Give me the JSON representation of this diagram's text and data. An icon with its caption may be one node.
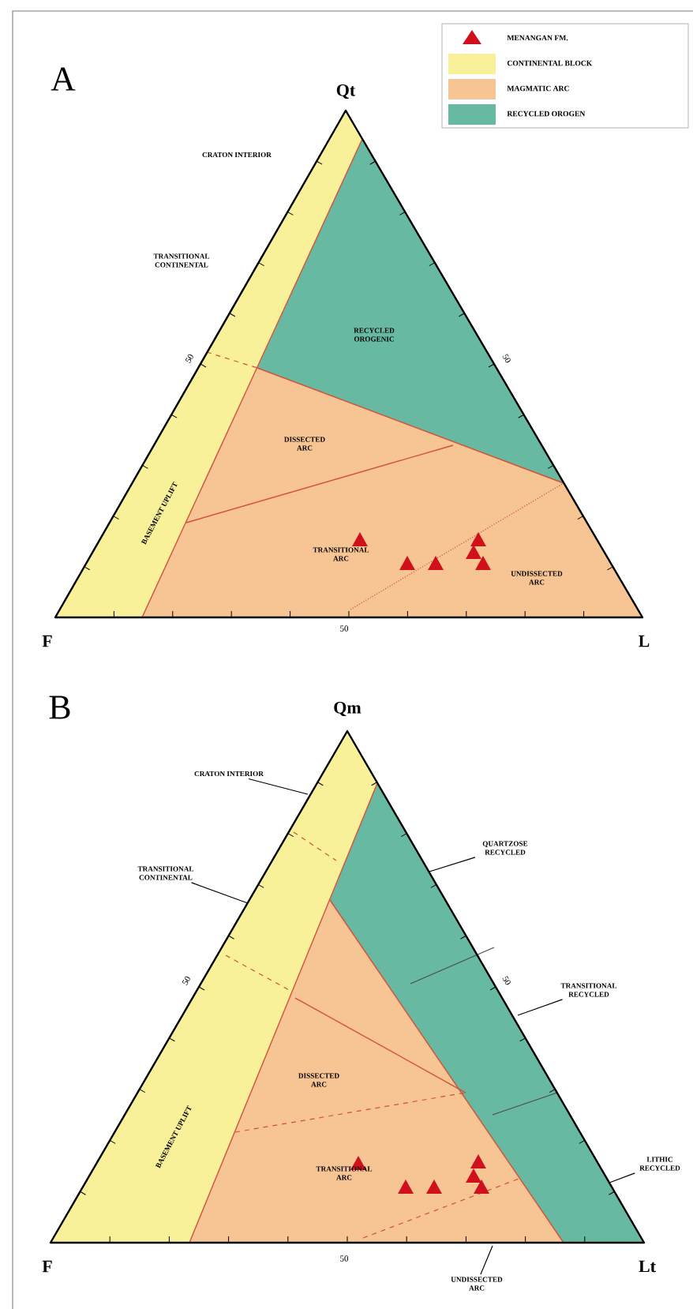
{
  "diagram": {
    "nodes": [
      {
        "text": [
          "CRATON INTERIOR"
        ]
      },
      {
        "text": [
          "TRANSITIONAL CONTINENTAL"
        ]
      },
      {
        "text": [
          "QUARTZOSE RECYCLED"
        ]
      },
      {
        "text": [
          "TRANSITIONAL RECYCLED"
        ]
      },
      {
        "text": [
          "LITHIC RECYCLED"
        ]
      },
      {
        "text": [
          "UNDISSECTED ARC"
        ]
      }
    ],
    "edges": [
      {
        "from": 0,
        "to": null,
        "arrow": "none"
      },
      {
        "from": 1,
        "to": null,
        "arrow": "none"
      },
      {
        "from": 2,
        "to": null,
        "arrow": "none"
      },
      {
        "from": 3,
        "to": null,
        "arrow": "none"
      },
      {
        "from": 4,
        "to": null,
        "arrow": "none"
      },
      {
        "from": 5,
        "to": null,
        "arrow": "none"
      }
    ],
    "labels": [
      "A",
      "Qt",
      "CRATON INTERIOR",
      "TRANSITIONAL CONTINENTAL",
      "RECYCLED OROGENIC",
      "50",
      "50",
      "DISSECTED ARC",
      "BASEMENT UPLIFT",
      "TRANSITIONAL ARC",
      "UNDISSECTED ARC",
      "F",
      "50",
      "L",
      "B",
      "Qm",
      "50",
      "50",
      "DISSECTED ARC",
      "BASEMENT UPLIFT",
      "TRANSITIONAL ARC",
      "F",
      "50",
      "Lt"
    ],
    "legend": [
      {
        "text": "MENANGAN FM."
      },
      {
        "text": "CONTINENTAL BLOCK",
        "color": "#f9f09a"
      },
      {
        "text": "MAGMATIC ARC",
        "color": "#f7c493"
      },
      {
        "text": "RECYCLED OROGEN",
        "color": "#67b9a1"
      }
    ]
  }
}
